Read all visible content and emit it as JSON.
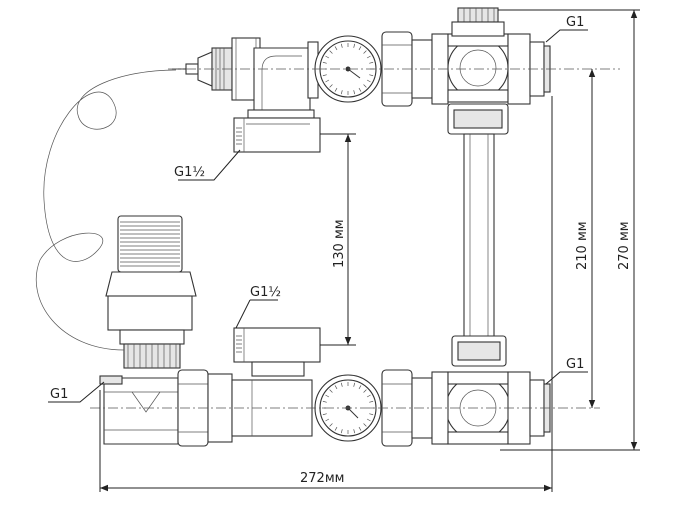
{
  "labels": {
    "thread_top_right": "G1",
    "thread_top_left": "G1½",
    "thread_mid": "G1½",
    "thread_bottom_right": "G1",
    "thread_bottom_left": "G1"
  },
  "dimensions": {
    "center_distance": "130 мм",
    "height_inner": "210 мм",
    "height_total": "270 мм",
    "width_total": "272мм"
  }
}
